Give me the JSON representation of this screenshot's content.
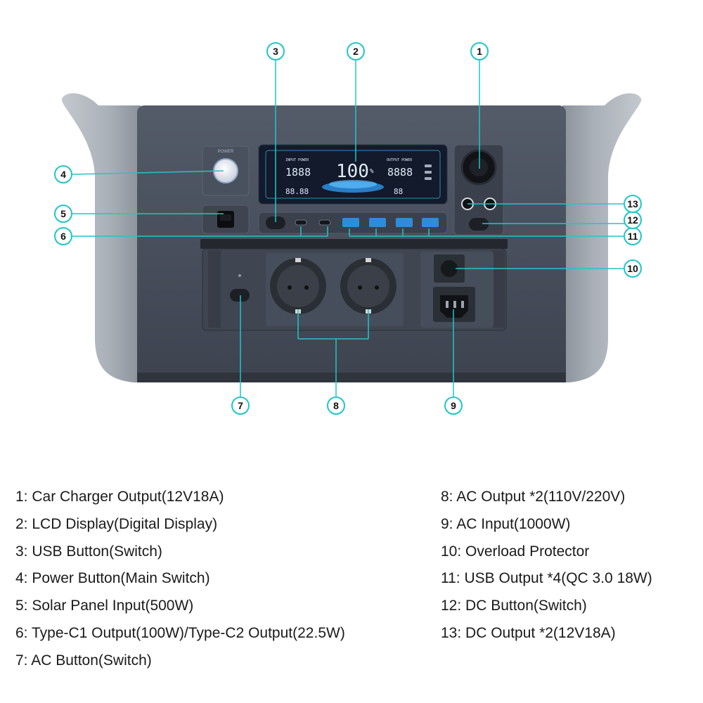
{
  "device": {
    "power_label": "POWER",
    "lcd": {
      "input_label": "INPUT POWER",
      "output_label": "OUTPUT POWER",
      "input_value": "1888",
      "output_value": "8888",
      "battery_percent": "100",
      "battery_unit": "%",
      "timer_value": "88.88",
      "temp_value": "88"
    }
  },
  "callouts": [
    "1",
    "2",
    "3",
    "4",
    "5",
    "6",
    "7",
    "8",
    "9",
    "10",
    "11",
    "12",
    "13"
  ],
  "legend": {
    "left": [
      "1: Car Charger Output(12V18A)",
      "2: LCD Display(Digital Display)",
      "3: USB Button(Switch)",
      "4: Power Button(Main Switch)",
      "5: Solar Panel Input(500W)",
      "6: Type-C1 Output(100W)/Type-C2 Output(22.5W)",
      "7: AC Button(Switch)"
    ],
    "right": [
      "8: AC Output *2(110V/220V)",
      "9: AC Input(1000W)",
      "10: Overload Protector",
      "11: USB Output *4(QC 3.0 18W)",
      "12: DC Button(Switch)",
      "13: DC Output *2(12V18A)"
    ]
  },
  "colors": {
    "accent": "#1fc6c9",
    "body": "#4b5260",
    "body_dark": "#2c3039",
    "end_caps": "#aab0b8",
    "usb_blue": "#2c8ddc",
    "lcd_bg": "#121a2b"
  }
}
